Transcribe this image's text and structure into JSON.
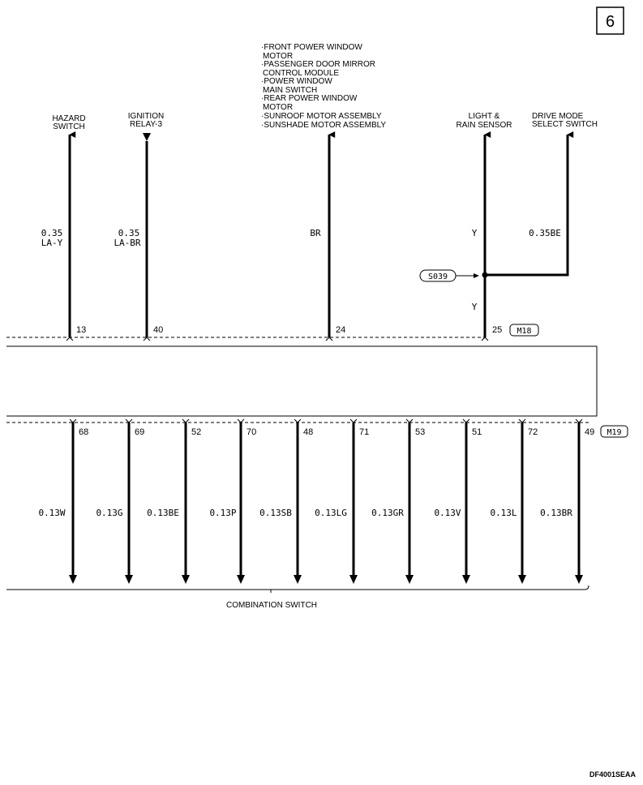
{
  "page_number": "6",
  "diagram_code": "DF4001SEAA",
  "top_wires": [
    {
      "id": "hazard",
      "destination": [
        "HAZARD",
        "SWITCH"
      ],
      "wire": [
        "0.35",
        "LA-Y"
      ],
      "pin": "13",
      "arrow": "up"
    },
    {
      "id": "ignition",
      "destination": [
        "IGNITION",
        "RELAY-3"
      ],
      "wire": [
        "0.35",
        "LA-BR"
      ],
      "pin": "40",
      "arrow": "down"
    },
    {
      "id": "multi",
      "destination": [
        "·FRONT POWER WINDOW",
        "MOTOR",
        "·PASSENGER DOOR MIRROR",
        "CONTROL MODULE",
        "·POWER WINDOW",
        "MAIN SWITCH",
        "·REAR POWER WINDOW",
        "MOTOR",
        "·SUNROOF MOTOR ASSEMBLY",
        "·SUNSHADE MOTOR ASSEMBLY"
      ],
      "wire": [
        "BR"
      ],
      "pin": "24",
      "arrow": "up"
    },
    {
      "id": "light",
      "destination": [
        "LIGHT &",
        "RAIN SENSOR"
      ],
      "wire": [
        "Y"
      ],
      "lower_wire": "Y",
      "pin": "25",
      "arrow": "up"
    },
    {
      "id": "drive",
      "destination": [
        "DRIVE MODE",
        "SELECT SWITCH"
      ],
      "wire": [
        "0.35BE"
      ],
      "arrow": "up"
    }
  ],
  "splice": "S039",
  "top_connector": "M18",
  "bottom_connector": "M19",
  "bottom_wires": [
    {
      "pin": "68",
      "wire": "0.13W"
    },
    {
      "pin": "69",
      "wire": "0.13G"
    },
    {
      "pin": "52",
      "wire": "0.13BE"
    },
    {
      "pin": "70",
      "wire": "0.13P"
    },
    {
      "pin": "48",
      "wire": "0.13SB"
    },
    {
      "pin": "71",
      "wire": "0.13LG"
    },
    {
      "pin": "53",
      "wire": "0.13GR"
    },
    {
      "pin": "51",
      "wire": "0.13V"
    },
    {
      "pin": "72",
      "wire": "0.13L"
    },
    {
      "pin": "49",
      "wire": "0.13BR"
    }
  ],
  "component": "COMBINATION SWITCH"
}
